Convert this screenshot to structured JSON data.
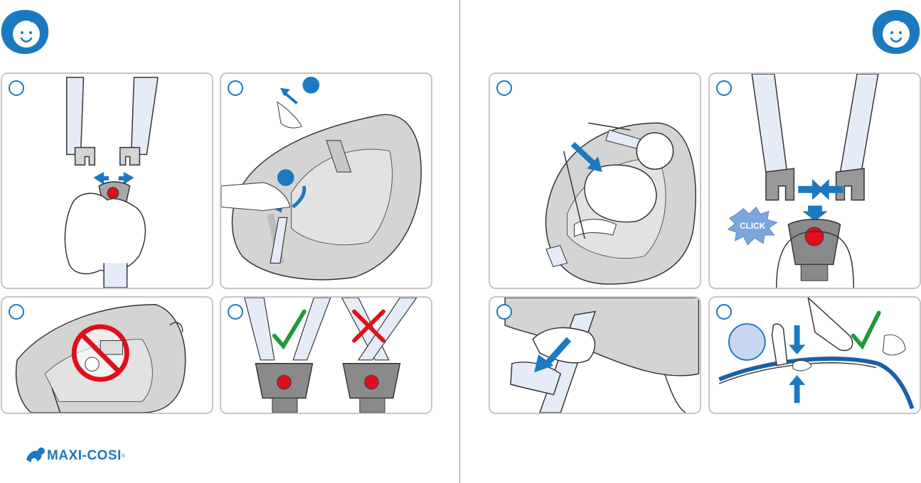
{
  "colors": {
    "brand_blue": "#1b79c0",
    "strap_fill": "#e6ecf7",
    "seat_gray": "#d4d4d4",
    "panel_border": "#c6c6c6",
    "buckle_red": "#e0101a",
    "check_green": "#1f9a3a",
    "cross_red": "#e0101a"
  },
  "icons": [
    "baby-face-icon",
    "check-icon",
    "cross-icon",
    "arrow-icon",
    "click-burst-icon",
    "prohibition-icon"
  ],
  "left_page": {
    "panels": [
      {
        "name": "panel-release-buckle",
        "number": ""
      },
      {
        "name": "panel-open-straps",
        "number": ""
      },
      {
        "name": "panel-no-toys",
        "number": ""
      },
      {
        "name": "panel-correct-vs-crossed-straps",
        "number": ""
      }
    ]
  },
  "right_page": {
    "panels": [
      {
        "name": "panel-place-baby",
        "number": ""
      },
      {
        "name": "panel-close-buckle",
        "number": "",
        "click_label": "CLICK"
      },
      {
        "name": "panel-tighten-strap",
        "number": ""
      },
      {
        "name": "panel-check-tightness",
        "number": ""
      }
    ]
  },
  "logo": {
    "text": "MAXI-COSI",
    "registered": "®"
  }
}
